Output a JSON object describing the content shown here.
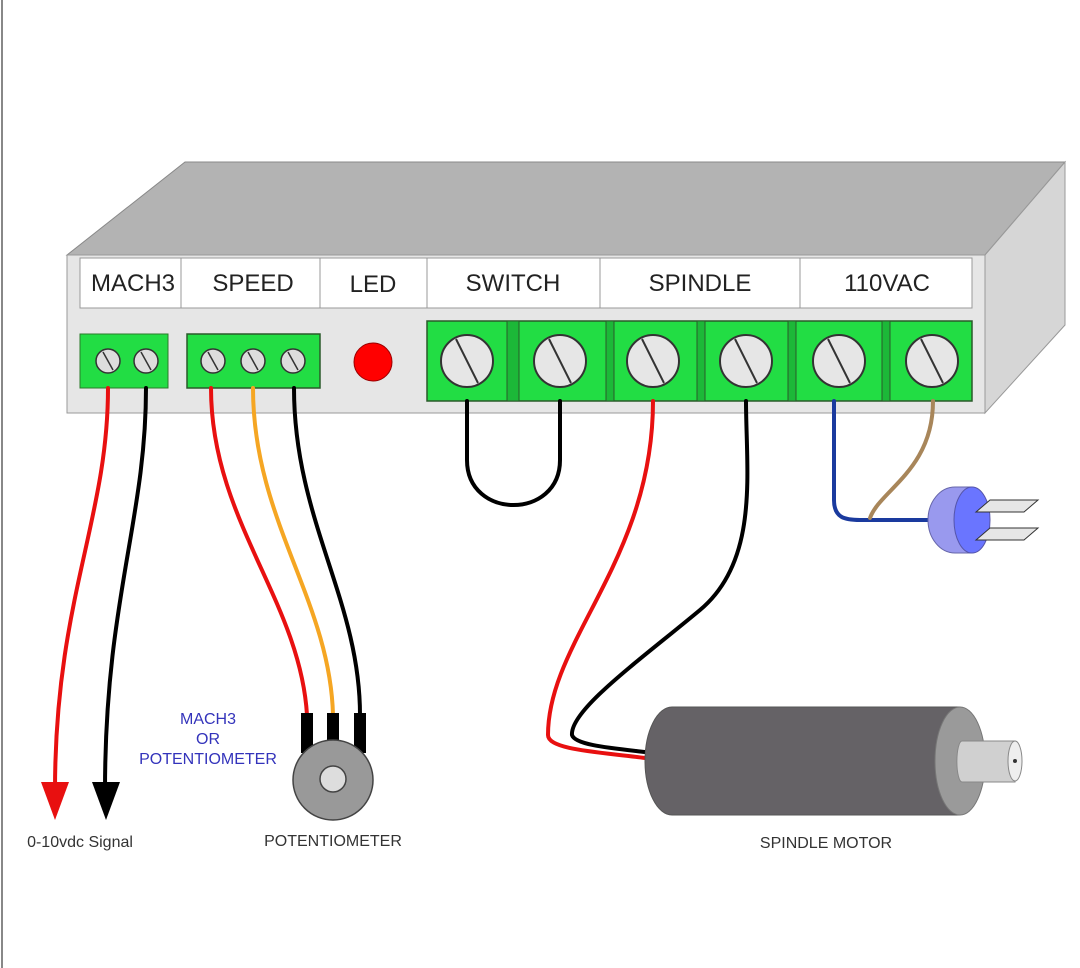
{
  "panel_labels": [
    "MACH3",
    "SPEED",
    "LED",
    "SWITCH",
    "SPINDLE",
    "110VAC"
  ],
  "annotations": {
    "signal": "0-10vdc Signal",
    "mach3_or_pot_line1": "MACH3",
    "mach3_or_pot_line2": "OR",
    "mach3_or_pot_line3": "POTENTIOMETER",
    "potentiometer": "POTENTIOMETER",
    "spindle_motor": "SPINDLE MOTOR"
  },
  "colors": {
    "terminal_green": "#22dd44",
    "led_red": "#ff0000",
    "wire_red": "#e81010",
    "wire_black": "#000000",
    "wire_orange": "#f5a623",
    "wire_blue": "#1a3a9e",
    "wire_brown": "#a8865a",
    "box_top": "#b3b3b3",
    "box_front": "#e6e6e6",
    "motor": "#656266"
  }
}
